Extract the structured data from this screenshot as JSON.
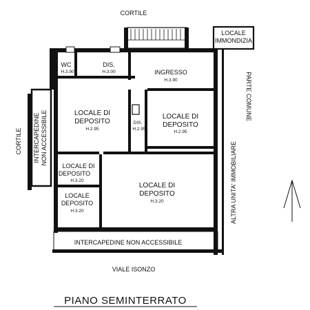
{
  "surroundings": {
    "top": "CORTILE",
    "left": "CORTILE",
    "bottom": "VIALE ISONZO",
    "right": "PARTE COMUNE",
    "neighbor": "ALTRA UNITA' IMMOBILIARE"
  },
  "rooms": {
    "locale_immondizia": {
      "line1": "LOCALE",
      "line2": "IMMONDIZIA"
    },
    "wc": {
      "name": "WC",
      "height": "H.3.90"
    },
    "dis_top": {
      "name": "DIS.",
      "height": "H.3.00"
    },
    "ingresso": {
      "name": "INGRESSO",
      "height": "H.3.90"
    },
    "deposito_left": {
      "line1": "LOCALE DI",
      "line2": "DEPOSITO",
      "height": "H.2.95"
    },
    "dis_mid": {
      "name": "DIS.",
      "height": "H.2.95"
    },
    "deposito_right": {
      "line1": "LOCALE DI",
      "line2": "DEPOSITO",
      "height": "H.2.95"
    },
    "deposito_small_1": {
      "line1": "LOCALE DI",
      "line2": "DEPOSITO",
      "height": "H.3.20"
    },
    "deposito_small_2": {
      "line1": "LOCALE",
      "line2": "DEPOSITO",
      "height": "H.3.20"
    },
    "deposito_big": {
      "line1": "LOCALE DI",
      "line2": "DEPOSITO",
      "height": "H.3.20"
    },
    "intercapedine_left": {
      "line1": "INTERCAPEDINE",
      "line2": "NON ACCESSIBILE"
    },
    "intercapedine_bottom": {
      "name": "INTERCAPEDINE NON ACCESSIBILE"
    }
  },
  "title": "PIANO SEMINTERRATO",
  "icons": {
    "north_arrow": "north-arrow-icon"
  }
}
